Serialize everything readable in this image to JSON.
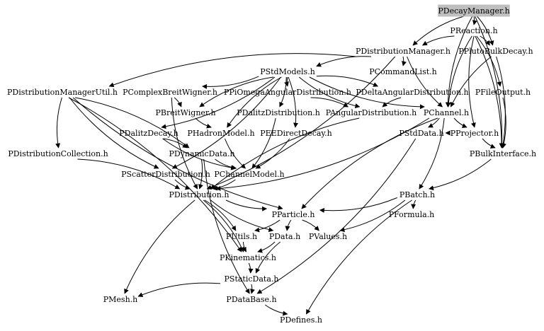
{
  "graph": {
    "root_fill": "#bfbfbf",
    "edge_color": "#000000",
    "nodes": [
      {
        "id": "PDecayManager",
        "label": "PDecayManager.h"
      },
      {
        "id": "PReaction",
        "label": "PReaction.h"
      },
      {
        "id": "PDistributionManager",
        "label": "PDistributionManager.h"
      },
      {
        "id": "PPlutoBulkDecay",
        "label": "PPlutoBulkDecay.h"
      },
      {
        "id": "PStdModels",
        "label": "PStdModels.h"
      },
      {
        "id": "PCommandList",
        "label": "PCommandList.h"
      },
      {
        "id": "PDistributionManagerUtil",
        "label": "PDistributionManagerUtil.h"
      },
      {
        "id": "PComplexBreitWigner",
        "label": "PComplexBreitWigner.h"
      },
      {
        "id": "PPiOmegaAngularDistribution",
        "label": "PPiOmegaAngularDistribution.h"
      },
      {
        "id": "PDeltaAngularDistribution",
        "label": "PDeltaAngularDistribution.h"
      },
      {
        "id": "PFileOutput",
        "label": "PFileOutput.h"
      },
      {
        "id": "PBreitWigner",
        "label": "PBreitWigner.h"
      },
      {
        "id": "PDalitzDistribution",
        "label": "PDalitzDistribution.h"
      },
      {
        "id": "PAngularDistribution",
        "label": "PAngularDistribution.h"
      },
      {
        "id": "PChannel",
        "label": "PChannel.h"
      },
      {
        "id": "PDalitzDecay",
        "label": "PDalitzDecay.h"
      },
      {
        "id": "PHadronModel",
        "label": "PHadronModel.h"
      },
      {
        "id": "PEEDirectDecay",
        "label": "PEEDirectDecay.h"
      },
      {
        "id": "PStdData",
        "label": "PStdData.h"
      },
      {
        "id": "PProjector",
        "label": "PProjector.h"
      },
      {
        "id": "PDistributionCollection",
        "label": "PDistributionCollection.h"
      },
      {
        "id": "PDynamicData",
        "label": "PDynamicData.h"
      },
      {
        "id": "PBulkInterface",
        "label": "PBulkInterface.h"
      },
      {
        "id": "PScatterDistribution",
        "label": "PScatterDistribution.h"
      },
      {
        "id": "PChannelModel",
        "label": "PChannelModel.h"
      },
      {
        "id": "PDistribution",
        "label": "PDistribution.h"
      },
      {
        "id": "PBatch",
        "label": "PBatch.h"
      },
      {
        "id": "PParticle",
        "label": "PParticle.h"
      },
      {
        "id": "PFormula",
        "label": "PFormula.h"
      },
      {
        "id": "PUtils",
        "label": "PUtils.h"
      },
      {
        "id": "PData",
        "label": "PData.h"
      },
      {
        "id": "PValues",
        "label": "PValues.h"
      },
      {
        "id": "PKinematics",
        "label": "PKinematics.h"
      },
      {
        "id": "PStaticData",
        "label": "PStaticData.h"
      },
      {
        "id": "PMesh",
        "label": "PMesh.h"
      },
      {
        "id": "PDataBase",
        "label": "PDataBase.h"
      },
      {
        "id": "PDefines",
        "label": "PDefines.h"
      }
    ],
    "edges": [
      [
        "PDecayManager",
        "PReaction"
      ],
      [
        "PDecayManager",
        "PDistributionManager"
      ],
      [
        "PDecayManager",
        "PPlutoBulkDecay"
      ],
      [
        "PDecayManager",
        "PChannel"
      ],
      [
        "PDecayManager",
        "PBulkInterface"
      ],
      [
        "PReaction",
        "PDistributionManager"
      ],
      [
        "PReaction",
        "PPlutoBulkDecay"
      ],
      [
        "PReaction",
        "PChannel"
      ],
      [
        "PReaction",
        "PFileOutput"
      ],
      [
        "PReaction",
        "PProjector"
      ],
      [
        "PReaction",
        "PBulkInterface"
      ],
      [
        "PDistributionManager",
        "PStdModels"
      ],
      [
        "PDistributionManager",
        "PCommandList"
      ],
      [
        "PDistributionManager",
        "PDistributionManagerUtil"
      ],
      [
        "PDistributionManager",
        "PDistribution"
      ],
      [
        "PDistributionManager",
        "PChannel"
      ],
      [
        "PPlutoBulkDecay",
        "PBulkInterface"
      ],
      [
        "PPlutoBulkDecay",
        "PChannel"
      ],
      [
        "PStdModels",
        "PComplexBreitWigner"
      ],
      [
        "PStdModels",
        "PPiOmegaAngularDistribution"
      ],
      [
        "PStdModels",
        "PDeltaAngularDistribution"
      ],
      [
        "PStdModels",
        "PBreitWigner"
      ],
      [
        "PStdModels",
        "PDalitzDistribution"
      ],
      [
        "PStdModels",
        "PAngularDistribution"
      ],
      [
        "PStdModels",
        "PDalitzDecay"
      ],
      [
        "PStdModels",
        "PHadronModel"
      ],
      [
        "PStdModels",
        "PEEDirectDecay"
      ],
      [
        "PStdModels",
        "PChannel"
      ],
      [
        "PStdModels",
        "PScatterDistribution"
      ],
      [
        "PDistributionManagerUtil",
        "PDistributionCollection"
      ],
      [
        "PDistributionManagerUtil",
        "PDynamicData"
      ],
      [
        "PDistributionManagerUtil",
        "PParticle"
      ],
      [
        "PDistributionManagerUtil",
        "PKinematics"
      ],
      [
        "PDistributionManagerUtil",
        "PScatterDistribution"
      ],
      [
        "PComplexBreitWigner",
        "PBreitWigner"
      ],
      [
        "PComplexBreitWigner",
        "PDistribution"
      ],
      [
        "PPiOmegaAngularDistribution",
        "PAngularDistribution"
      ],
      [
        "PDeltaAngularDistribution",
        "PAngularDistribution"
      ],
      [
        "PFileOutput",
        "PBulkInterface"
      ],
      [
        "PBreitWigner",
        "PHadronModel"
      ],
      [
        "PDalitzDistribution",
        "PChannelModel"
      ],
      [
        "PAngularDistribution",
        "PDistribution"
      ],
      [
        "PChannel",
        "PStdData"
      ],
      [
        "PChannel",
        "PProjector"
      ],
      [
        "PChannel",
        "PDistribution"
      ],
      [
        "PChannel",
        "PParticle"
      ],
      [
        "PChannel",
        "PBatch"
      ],
      [
        "PDalitzDecay",
        "PChannelModel"
      ],
      [
        "PDalitzDecay",
        "PDynamicData"
      ],
      [
        "PHadronModel",
        "PChannelModel"
      ],
      [
        "PEEDirectDecay",
        "PChannelModel"
      ],
      [
        "PStdData",
        "PProjector"
      ],
      [
        "PStdData",
        "PDataBase"
      ],
      [
        "PProjector",
        "PBulkInterface"
      ],
      [
        "PDistributionCollection",
        "PDistribution"
      ],
      [
        "PDynamicData",
        "PChannelModel"
      ],
      [
        "PDynamicData",
        "PDistribution"
      ],
      [
        "PDynamicData",
        "PDataBase"
      ],
      [
        "PBulkInterface",
        "PBatch"
      ],
      [
        "PScatterDistribution",
        "PDistribution"
      ],
      [
        "PChannelModel",
        "PDistribution"
      ],
      [
        "PDistribution",
        "PParticle"
      ],
      [
        "PDistribution",
        "PUtils"
      ],
      [
        "PDistribution",
        "PData"
      ],
      [
        "PDistribution",
        "PKinematics"
      ],
      [
        "PDistribution",
        "PMesh"
      ],
      [
        "PBatch",
        "PParticle"
      ],
      [
        "PBatch",
        "PFormula"
      ],
      [
        "PBatch",
        "PValues"
      ],
      [
        "PBatch",
        "PDefines"
      ],
      [
        "PParticle",
        "PUtils"
      ],
      [
        "PParticle",
        "PData"
      ],
      [
        "PParticle",
        "PValues"
      ],
      [
        "PUtils",
        "PKinematics"
      ],
      [
        "PData",
        "PKinematics"
      ],
      [
        "PData",
        "PStaticData"
      ],
      [
        "PKinematics",
        "PStaticData"
      ],
      [
        "PStaticData",
        "PMesh"
      ],
      [
        "PStaticData",
        "PDataBase"
      ],
      [
        "PDataBase",
        "PDefines"
      ]
    ]
  }
}
